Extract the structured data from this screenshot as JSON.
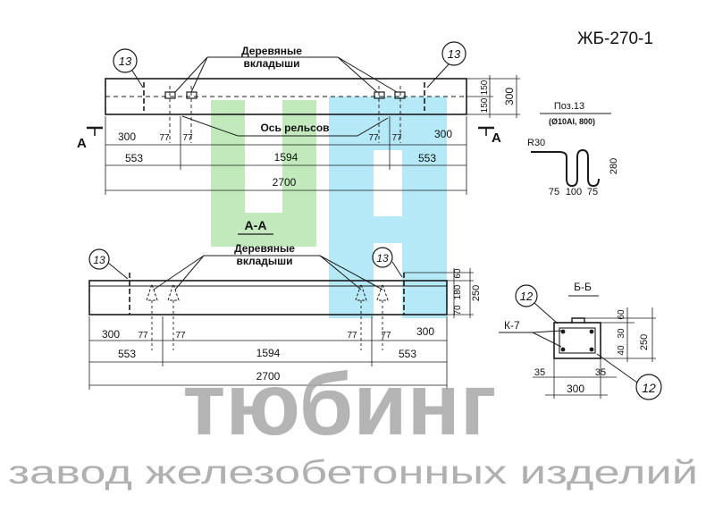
{
  "code": "ЖБ-270-1",
  "colors": {
    "ink": "#1a1a1a",
    "watermark_green": "#b7e6b0",
    "watermark_blue": "#a9e6f6",
    "watermark_text": "#a8a8a8"
  },
  "plan": {
    "marks": [
      "13",
      "13"
    ],
    "inserts_label_line1": "Деревяные",
    "inserts_label_line2": "вкладыши",
    "rail_axis": "Ось рельсов",
    "section_mark_left": "А",
    "section_mark_right": "А",
    "dims_right": [
      "150",
      "150",
      "300"
    ],
    "dims_row1": [
      "300",
      "77",
      "77",
      "77",
      "77",
      "300"
    ],
    "dims_row2": [
      "553",
      "1594",
      "553"
    ],
    "dim_total": "2700"
  },
  "rebar_detail": {
    "title": "Поз.13",
    "spec": "(Ø10АI, 800)",
    "radius": "R30",
    "height": "280",
    "widths": [
      "75",
      "100",
      "75"
    ]
  },
  "section_aa": {
    "title": "А-А",
    "mark": "13",
    "inserts_label_line1": "Деревяные",
    "inserts_label_line2": "вкладыши",
    "dims_right": [
      "60",
      "180",
      "70",
      "250"
    ],
    "dims_row1": [
      "300",
      "77",
      "77",
      "77",
      "77",
      "300"
    ],
    "dims_row2": [
      "553",
      "1594",
      "553"
    ],
    "dim_total": "2700"
  },
  "section_bb": {
    "title": "Б-Б",
    "mark_top": "12",
    "mark_bottom": "12",
    "frame_label": "К-7",
    "dims_right": [
      "60",
      "30",
      "40",
      "250"
    ],
    "dims_bottom": [
      "35",
      "35",
      "300"
    ]
  },
  "watermark": {
    "brand": "тюбинг",
    "tagline": "завод железобетонных изделий"
  }
}
